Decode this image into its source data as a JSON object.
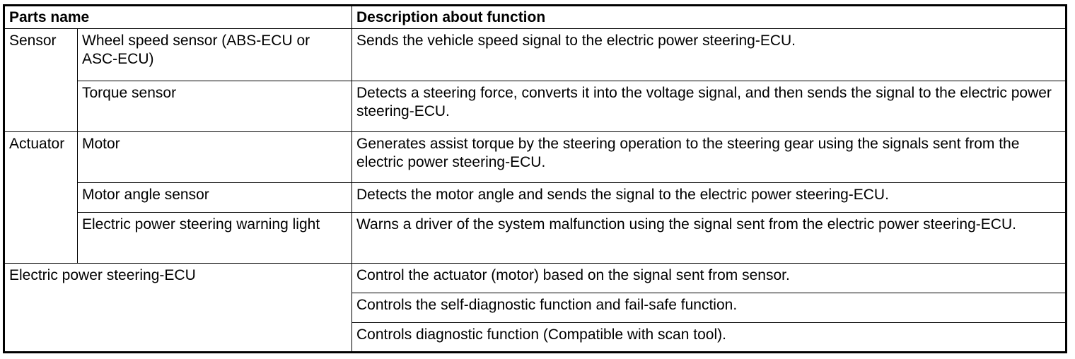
{
  "table": {
    "header": {
      "parts_name": "Parts name",
      "description": "Description about function"
    },
    "groups": {
      "sensor": "Sensor",
      "actuator": "Actuator",
      "ecu": "Electric power steering-ECU"
    },
    "rows": [
      {
        "part": "Wheel speed sensor (ABS-ECU or ASC-ECU)",
        "description": "Sends the vehicle speed signal to the electric power steering-ECU."
      },
      {
        "part": "Torque sensor",
        "description": "Detects a steering force, converts it into the voltage signal, and then sends the signal to the electric power steering-ECU."
      },
      {
        "part": "Motor",
        "description": "Generates assist torque by the steering operation to the steering gear using the signals sent from the electric power steering-ECU."
      },
      {
        "part": "Motor angle sensor",
        "description": "Detects the motor angle and sends the signal to the electric power steering-ECU."
      },
      {
        "part": "Electric power steering warning light",
        "description": "Warns a driver of the system malfunction using the signal sent from the electric power steering-ECU."
      },
      {
        "part": "",
        "description": "Control the actuator (motor) based on the signal sent from sensor."
      },
      {
        "part": "",
        "description": "Controls the self-diagnostic function and fail-safe function."
      },
      {
        "part": "",
        "description": "Controls diagnostic function (Compatible with scan tool)."
      }
    ]
  }
}
